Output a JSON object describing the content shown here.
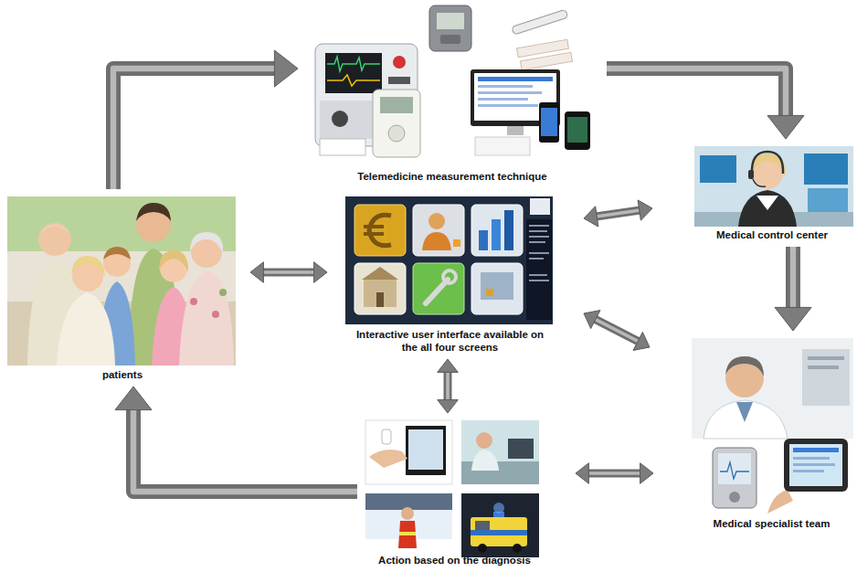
{
  "diagram": {
    "nodes": [
      {
        "text": [
          "Telemedicine measurement technique"
        ]
      },
      {
        "text": [
          "Medical control center"
        ]
      },
      {
        "text": [
          "patients"
        ]
      },
      {
        "text": [
          "Interactive user interface available on the all four screens"
        ]
      },
      {
        "text": [
          "Medical specialist team"
        ]
      },
      {
        "text": [
          "Action based on the diagnosis"
        ]
      }
    ],
    "edges": [
      {
        "from": 2,
        "to": 0,
        "arrow": "to"
      },
      {
        "from": 0,
        "to": 1,
        "arrow": "to"
      },
      {
        "from": 1,
        "to": 4,
        "arrow": "to"
      },
      {
        "from": 5,
        "to": 2,
        "arrow": "to"
      },
      {
        "from": 2,
        "to": 3,
        "arrow": "both"
      },
      {
        "from": 3,
        "to": 1,
        "arrow": "both"
      },
      {
        "from": 3,
        "to": 4,
        "arrow": "both"
      },
      {
        "from": 3,
        "to": 5,
        "arrow": "both"
      },
      {
        "from": 5,
        "to": 4,
        "arrow": "both"
      }
    ]
  }
}
